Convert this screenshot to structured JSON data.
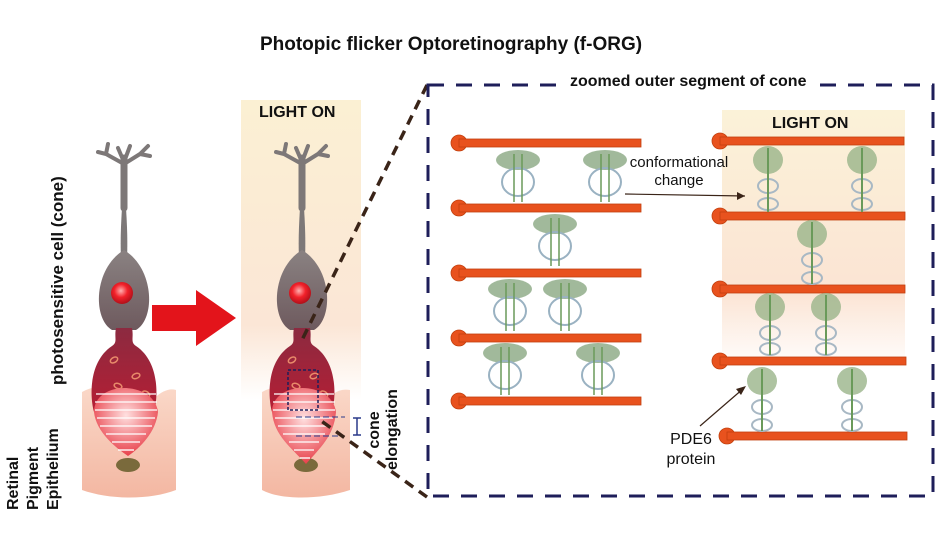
{
  "title": "Photopic flicker Optoretinography (f-ORG)",
  "left_panel": {
    "cell_label": "photosensitive cell (cone)",
    "rpe_label_lines": [
      "Retinal",
      "Pigment",
      "Epithelium"
    ]
  },
  "middle_panel": {
    "light_label": "LIGHT ON",
    "elongation_label_lines": [
      "cone",
      "elongation"
    ]
  },
  "zoom_panel": {
    "title": "zoomed outer segment of cone",
    "light_label": "LIGHT ON",
    "arrow_label_lines": [
      "conformational",
      "change"
    ],
    "protein_label_lines": [
      "PDE6",
      "protein"
    ]
  },
  "colors": {
    "disc_orange": "#e8521e",
    "arrow_red": "#e3141b",
    "frame_navy": "#1e1e5a",
    "light_bg": "#fbf2d8",
    "rpe_pink": "#f6c3b1",
    "cell_gray": "#7d7676",
    "cell_red": "#a8203a"
  }
}
